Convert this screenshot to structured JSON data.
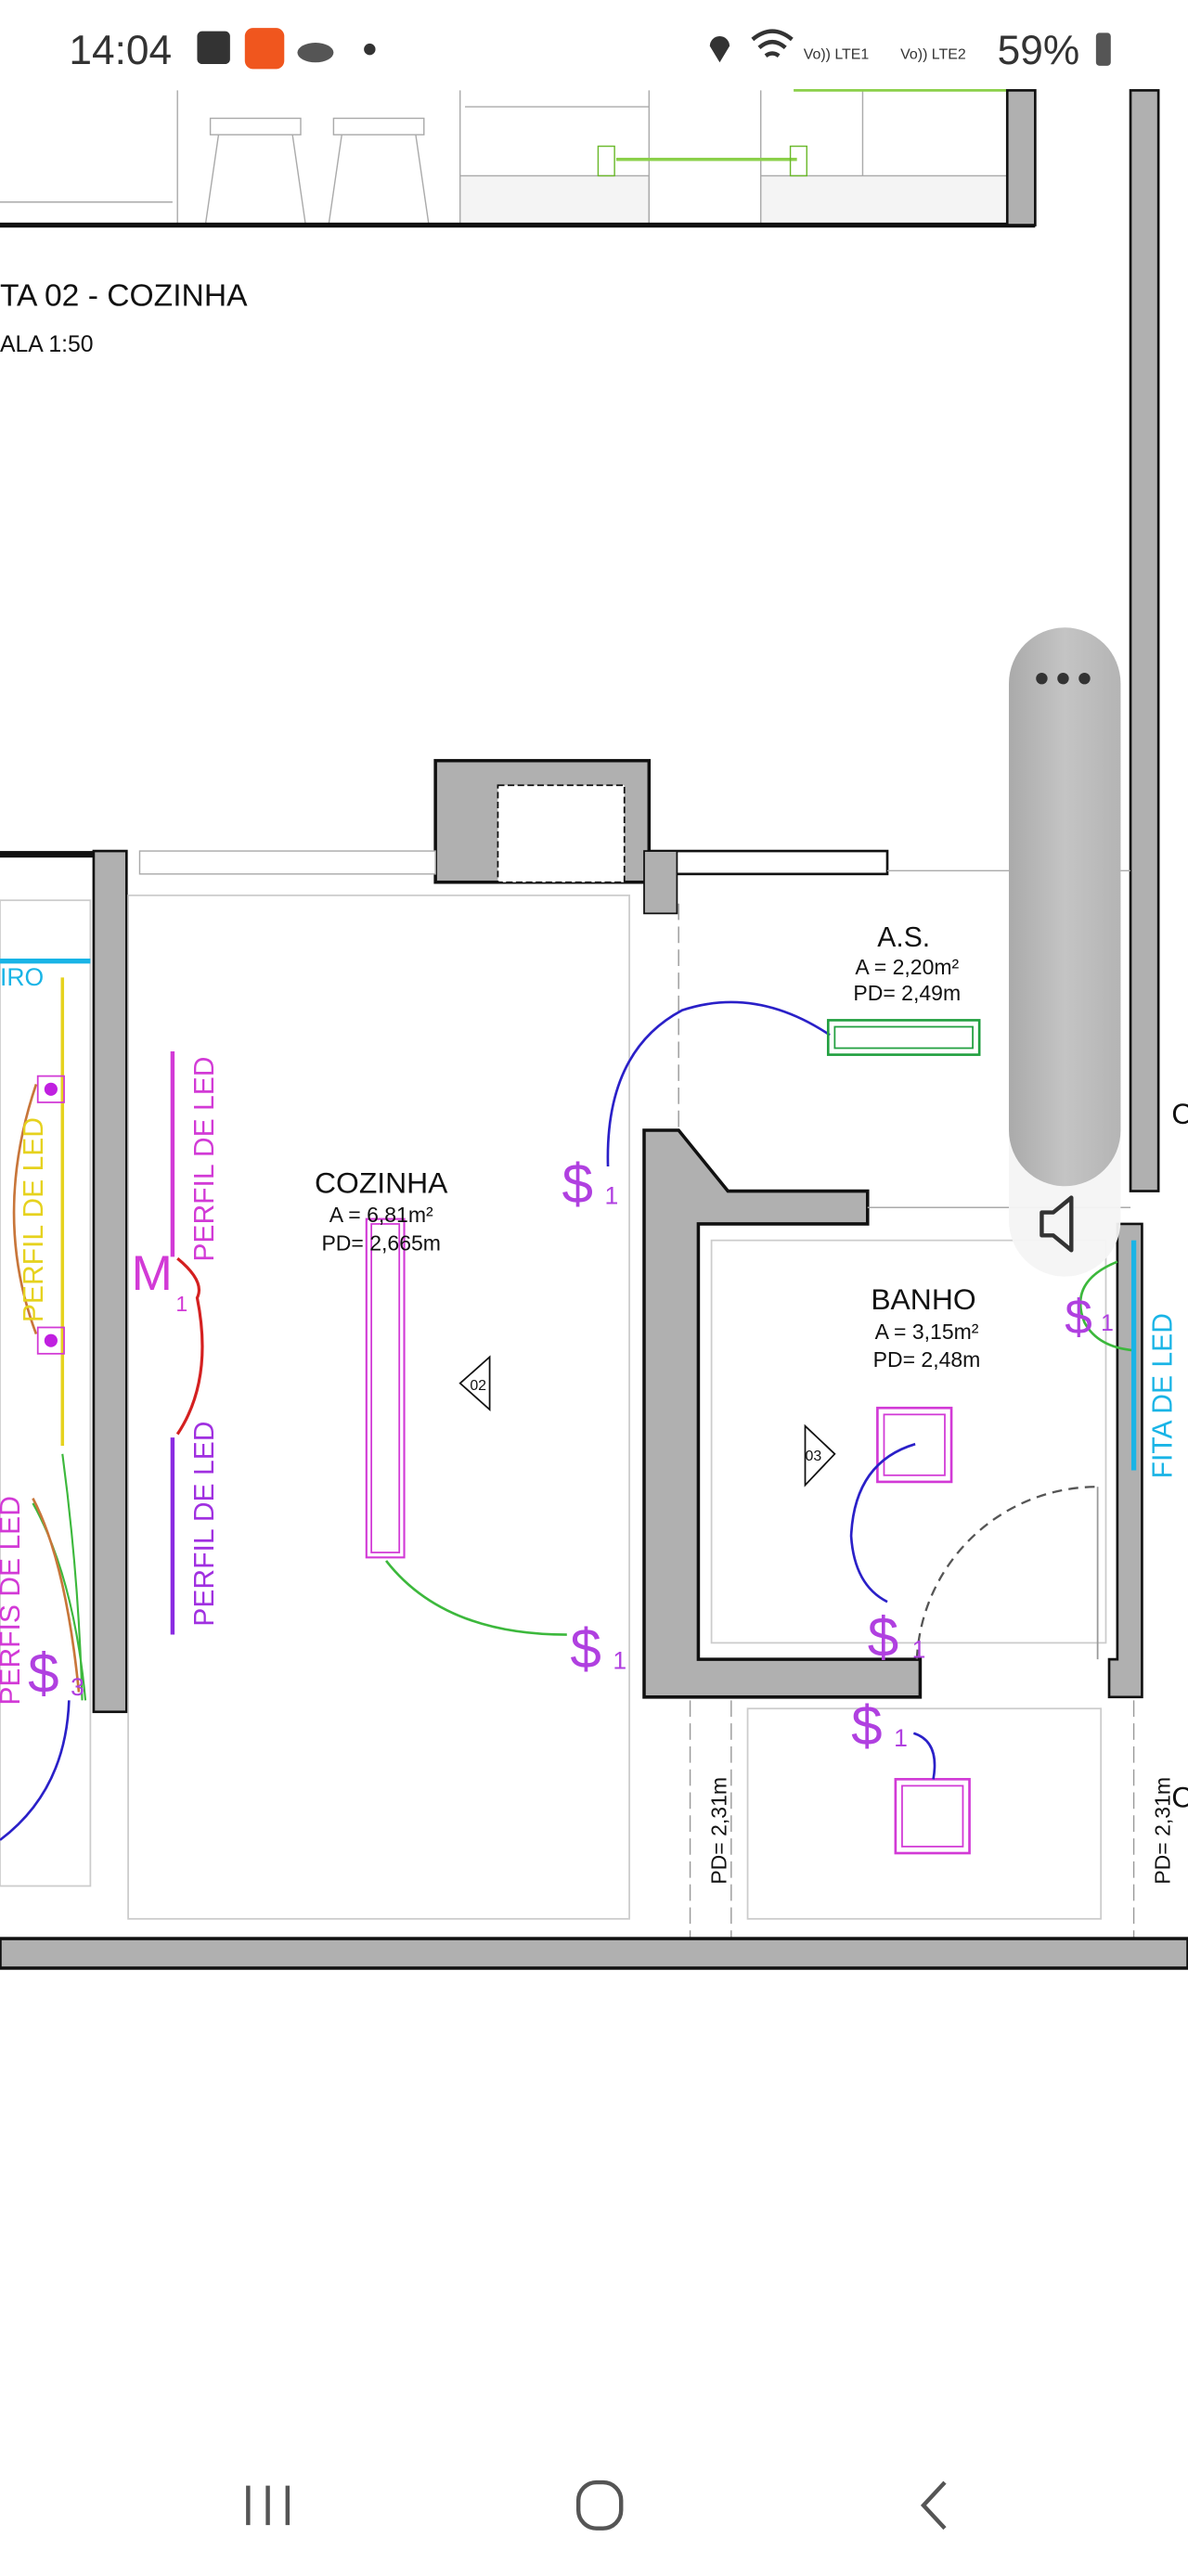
{
  "status_bar": {
    "time": "14:04",
    "notification_icons": [
      "gallery-icon",
      "app-notification-icon",
      "cloud-icon",
      "dot-icon"
    ],
    "sim1": "Vo)) LTE1",
    "sim2": "Vo)) LTE2",
    "battery": "59%"
  },
  "drawing": {
    "title": "TA 02 - COZINHA",
    "scale": "ALA 1:50",
    "rooms": {
      "cozinha": {
        "name": "COZINHA",
        "area": "A = 6,81m²",
        "pd": "PD= 2,665m"
      },
      "as": {
        "name": "A.S.",
        "area": "A = 2,20m²",
        "pd": "PD= 2,49m"
      },
      "banho": {
        "name": "BANHO",
        "area": "A = 3,15m²",
        "pd": "PD= 2,48m"
      }
    },
    "labels": {
      "perfil_led": "PERFIL DE LED",
      "perfis_led": "PERFIS DE LED",
      "fita_led": "FITA DE LED",
      "iro": "IRO",
      "pd_231": "PD= 2,31m",
      "switch": "$",
      "switch_1": "1",
      "switch_3": "3",
      "motor": "M",
      "view_02": "02",
      "view_03": "03",
      "partial_c": "C"
    },
    "colors": {
      "magenta": "#d23ad6",
      "purple": "#8a2be2",
      "blue": "#2a20c8",
      "green": "#3cb83c",
      "cyan": "#19b4e6",
      "yellow": "#e6d21e",
      "red": "#d42020",
      "wall": "#b0b0b0"
    }
  },
  "volume_panel": {
    "more_icon": "more-options-icon",
    "speaker_icon": "speaker-icon"
  },
  "nav_bar": {
    "recent": "recent-apps-icon",
    "home": "home-icon",
    "back": "back-icon"
  }
}
